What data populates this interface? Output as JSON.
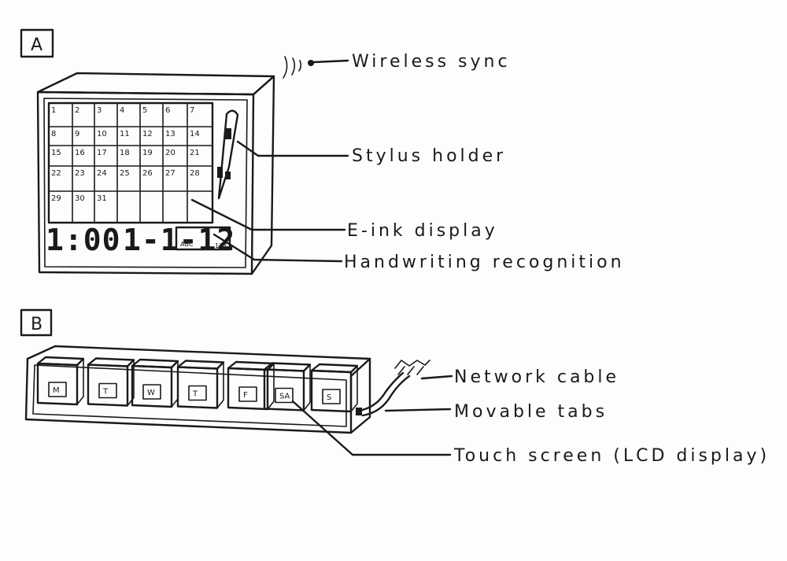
{
  "panels": {
    "a": {
      "letter": "A",
      "labels": {
        "wireless": "Wireless sync",
        "stylus": "Stylus holder",
        "eink": "E-ink display",
        "handwriting": "Handwriting recognition"
      },
      "calendar_days": [
        "1",
        "2",
        "3",
        "4",
        "5",
        "6",
        "7",
        "8",
        "9",
        "10",
        "11",
        "12",
        "13",
        "14",
        "15",
        "16",
        "17",
        "18",
        "19",
        "20",
        "21",
        "22",
        "23",
        "24",
        "25",
        "26",
        "27",
        "28",
        "29",
        "30",
        "31"
      ],
      "clock_time": "1:00",
      "clock_date": "1-1-12",
      "hw_box_left": "ABC",
      "hw_box_right": "123"
    },
    "b": {
      "letter": "B",
      "labels": {
        "network": "Network cable",
        "tabs": "Movable tabs",
        "touch": "Touch screen (LCD display)"
      },
      "tab_letters": [
        "M",
        "T",
        "W",
        "T",
        "F",
        "SA",
        "S"
      ]
    }
  }
}
